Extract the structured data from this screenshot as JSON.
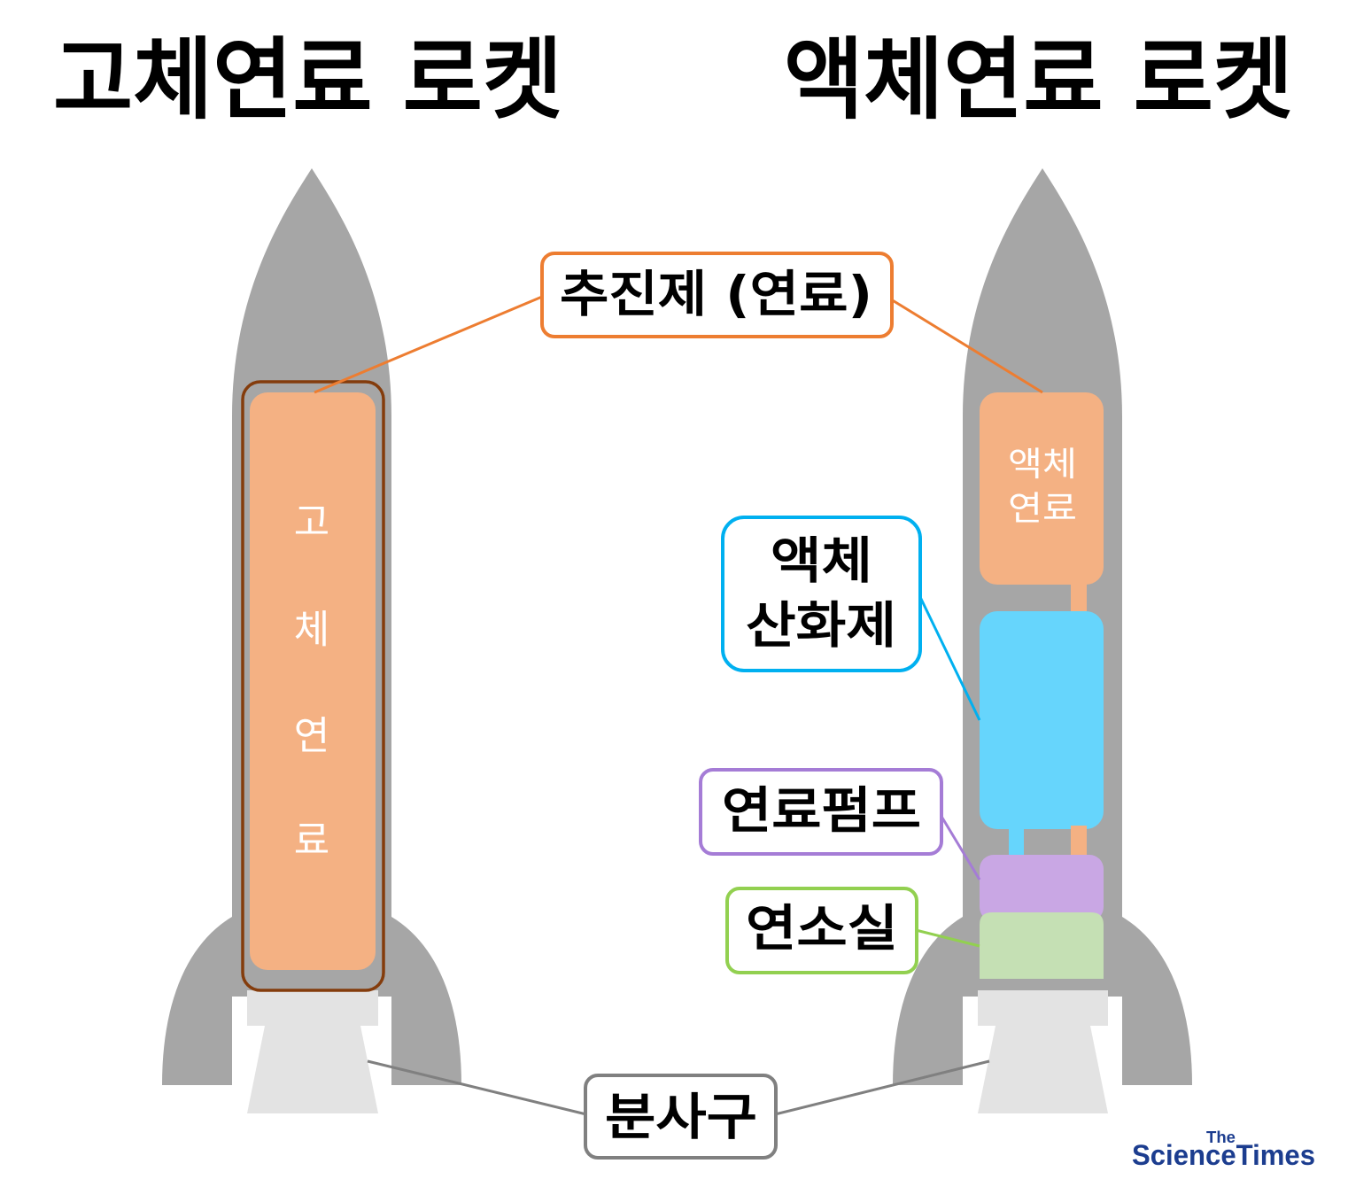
{
  "titles": {
    "solid": "고체연료 로켓",
    "liquid": "액체연료 로켓"
  },
  "solid_rocket": {
    "fuel_label": [
      "고",
      "체",
      "연",
      "료"
    ]
  },
  "liquid_rocket": {
    "fuel_label": [
      "액체",
      "연료"
    ]
  },
  "callouts": {
    "propellant": "추진제 (연료)",
    "oxidizer": [
      "액체",
      "산화제"
    ],
    "fuel_pump": "연료펌프",
    "combustion_chamber": "연소실",
    "nozzle": "분사구"
  },
  "colors": {
    "rocket_body": "#a6a6a6",
    "nozzle": "#e3e3e3",
    "fuel": "#f4b183",
    "solid_fuel_border": "#843c0c",
    "oxidizer_tank": "#66d5fc",
    "fuel_pump": "#c9a7e4",
    "combustion_chamber": "#c5e0b4",
    "callout_propellant": "#ed7d31",
    "callout_oxidizer": "#00b0f0",
    "callout_fuel_pump": "#a57cd6",
    "callout_combustion": "#92d050",
    "callout_nozzle": "#808080",
    "logo": "#1c3d8f"
  },
  "logo": {
    "small": "The",
    "main": "ScienceTimes"
  }
}
